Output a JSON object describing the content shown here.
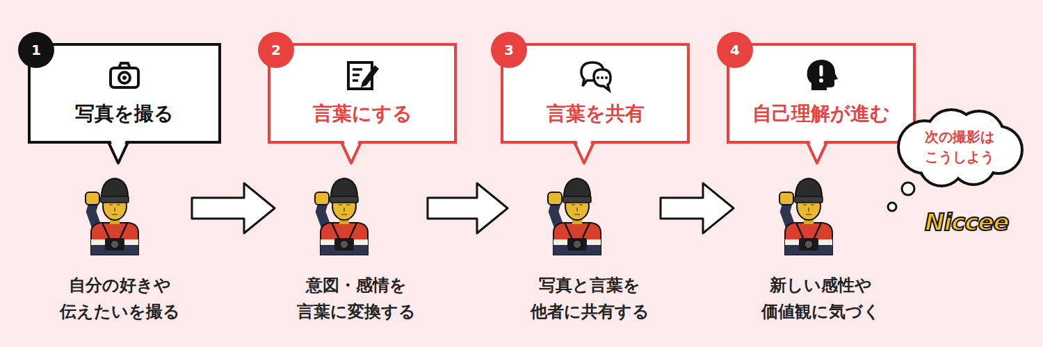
{
  "diagram": {
    "nodes": [
      {
        "text": [
          "写真を撮る"
        ]
      },
      {
        "text": [
          "言葉にする"
        ]
      },
      {
        "text": [
          "言葉を共有"
        ]
      },
      {
        "text": [
          "自己理解が進む"
        ]
      },
      {
        "text": [
          "次の撮影は こうしよう"
        ]
      }
    ],
    "edges": [
      {
        "from": 0,
        "to": 1,
        "arrow": "to"
      },
      {
        "from": 1,
        "to": 2,
        "arrow": "to"
      },
      {
        "from": 2,
        "to": 3,
        "arrow": "to"
      }
    ],
    "labels": [
      "1",
      "2",
      "3",
      "4",
      "自分の好きや 伝えたいを撮る",
      "意図・感情を 言葉に変換する",
      "写真と言葉を 他者に共有する",
      "新しい感性や 価値観に気づく",
      "Niccee"
    ]
  }
}
